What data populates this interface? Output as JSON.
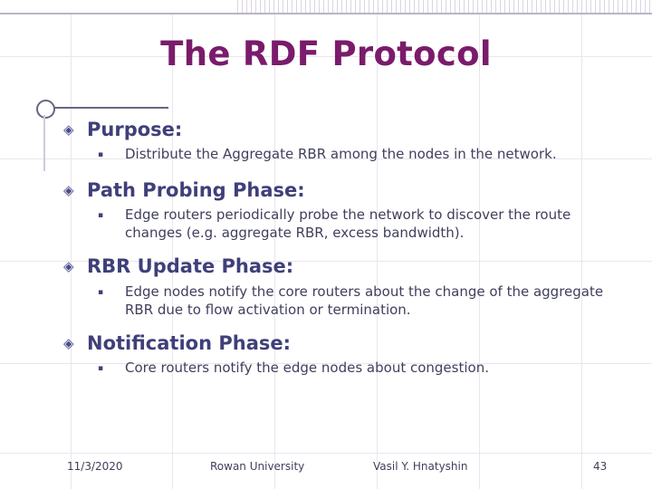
{
  "slide": {
    "title": "The RDF Protocol",
    "accent_title_color": "#7a1b6b",
    "accent_text_color": "#3f3f7a",
    "bullets": [
      {
        "heading": "Purpose:",
        "sub": [
          "Distribute the Aggregate RBR among the nodes in the network."
        ]
      },
      {
        "heading": "Path Probing Phase:",
        "sub": [
          "Edge routers periodically probe the network to discover the route changes (e.g. aggregate RBR, excess bandwidth)."
        ]
      },
      {
        "heading": "RBR Update Phase:",
        "sub": [
          "Edge nodes notify the core routers about the change of the aggregate RBR due to flow activation or termination."
        ]
      },
      {
        "heading": "Notification Phase:",
        "sub": [
          "Core routers notify the edge nodes about congestion."
        ]
      }
    ],
    "bullet_glyphs": {
      "level1": "◈",
      "level2": "▪"
    }
  },
  "footer": {
    "date": "11/3/2020",
    "organization": "Rowan University",
    "author": "Vasil Y. Hnatyshin",
    "page_number": "43"
  }
}
